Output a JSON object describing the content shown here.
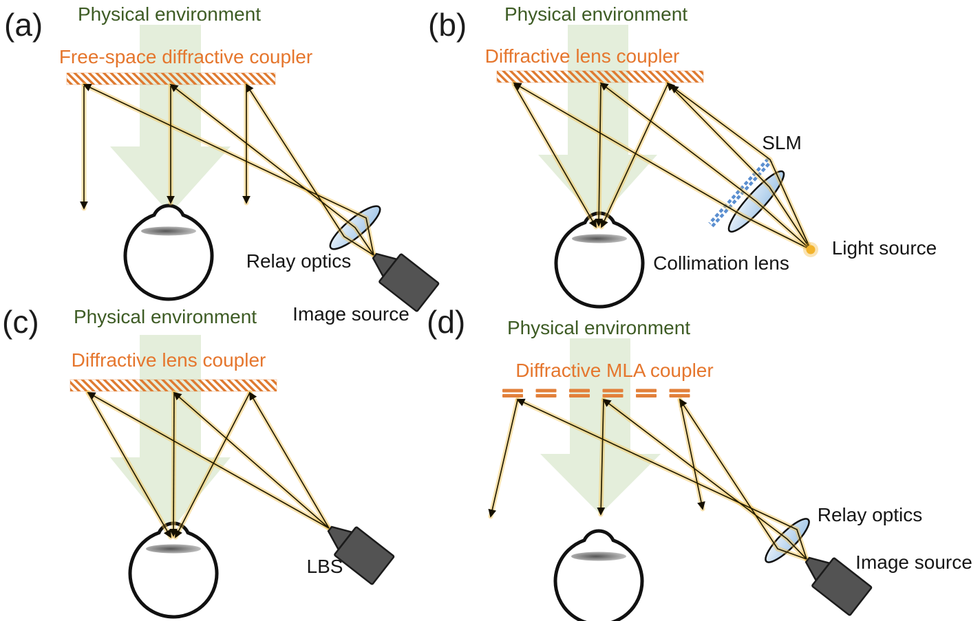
{
  "figure": {
    "description": "Four-panel optical schematic of diffractive couplers for augmented-reality displays",
    "panels": {
      "a": {
        "tag": "(a)",
        "environment_label": "Physical environment",
        "coupler_label": "Free-space diffractive coupler",
        "component_labels": {
          "relay_optics": "Relay optics",
          "image_source": "Image source"
        }
      },
      "b": {
        "tag": "(b)",
        "environment_label": "Physical environment",
        "coupler_label": "Diffractive lens coupler",
        "component_labels": {
          "slm": "SLM",
          "light_source": "Light source",
          "collimation_lens": "Collimation lens"
        }
      },
      "c": {
        "tag": "(c)",
        "environment_label": "Physical environment",
        "coupler_label": "Diffractive lens coupler",
        "component_labels": {
          "lbs": "LBS"
        }
      },
      "d": {
        "tag": "(d)",
        "environment_label": "Physical environment",
        "coupler_label": "Diffractive MLA coupler",
        "component_labels": {
          "relay_optics": "Relay optics",
          "image_source": "Image source"
        }
      }
    }
  },
  "colors": {
    "environment_text": "#3e5c25",
    "coupler_text": "#e5762d",
    "coupler_hatch": "#df7a30",
    "ambient_arrow_green": "#e4eedb",
    "ray_core": "#241d00",
    "ray_glow": "#f5c050",
    "slm_blue": "#5b8fd0",
    "lens_blue_light": "#ddebf7",
    "lens_blue_dark": "#9dc3e6",
    "projector_gray": "#535353",
    "light_source_yellow": "#f2b32c",
    "eye_lens_gray": "#5a5a5a"
  }
}
